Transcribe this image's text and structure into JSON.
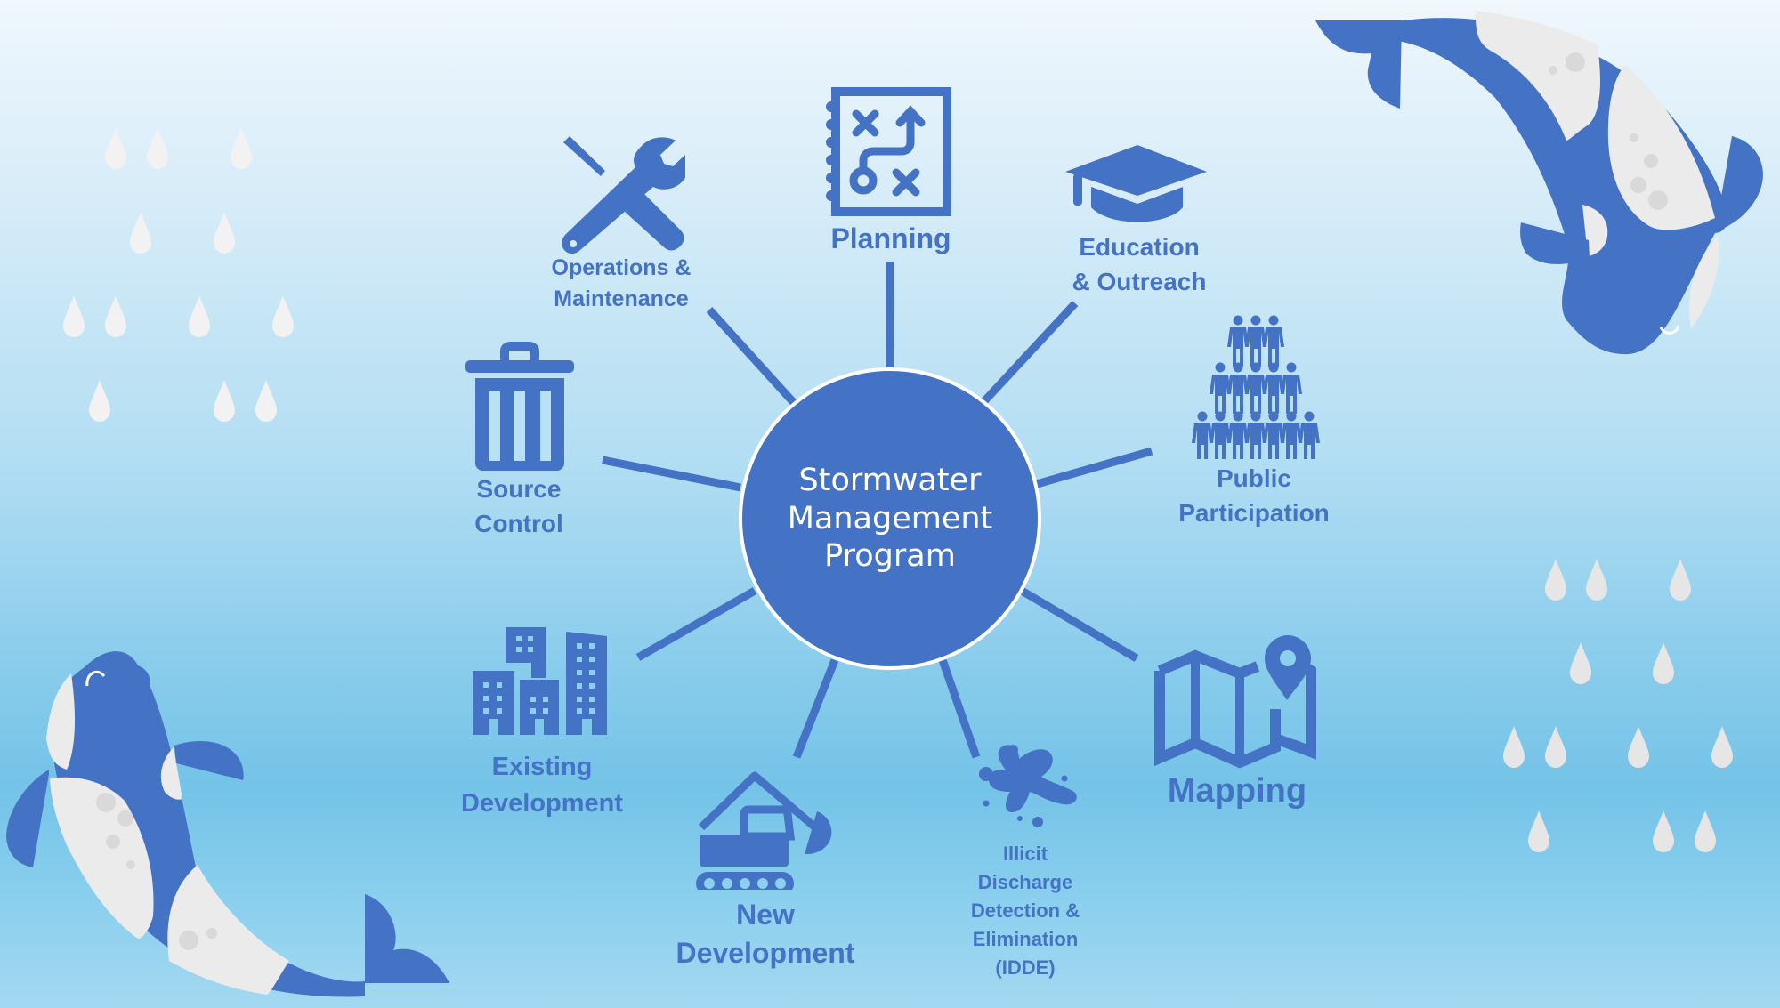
{
  "diagram": {
    "title": "Stormwater Management Program",
    "center": {
      "lines": [
        "Stormwater",
        "Management",
        "Program"
      ]
    },
    "colors": {
      "accent": "#4472c4",
      "hub_border": "#ffffff",
      "fish_patch": "#ebebeb",
      "fish_spot": "#d9d9d9",
      "droplet": "#f2f2f2",
      "background_top": "#f0f7fd",
      "background_bottom": "#a4d8f1"
    },
    "nodes": [
      {
        "id": "planning",
        "icon": "strategy-board-icon",
        "lines": [
          "Planning"
        ]
      },
      {
        "id": "education-outreach",
        "icon": "graduation-cap-icon",
        "lines": [
          "Education",
          "& Outreach"
        ]
      },
      {
        "id": "public-participation",
        "icon": "people-pyramid-icon",
        "lines": [
          "Public",
          "Participation"
        ]
      },
      {
        "id": "mapping",
        "icon": "map-pin-icon",
        "lines": [
          "Mapping"
        ]
      },
      {
        "id": "idde",
        "icon": "splash-icon",
        "lines": [
          "Illicit",
          "Discharge",
          "Detection &",
          "Elimination",
          "(IDDE)"
        ]
      },
      {
        "id": "new-development",
        "icon": "excavator-icon",
        "lines": [
          "New",
          "Development"
        ]
      },
      {
        "id": "existing-development",
        "icon": "buildings-icon",
        "lines": [
          "Existing",
          "Development"
        ]
      },
      {
        "id": "source-control",
        "icon": "trash-can-icon",
        "lines": [
          "Source",
          "Control"
        ]
      },
      {
        "id": "operations-maintenance",
        "icon": "wrench-screwdriver-icon",
        "lines": [
          "Operations &",
          "Maintenance"
        ]
      }
    ],
    "decorations": {
      "fish": [
        "koi-fish-top-right",
        "koi-fish-bottom-left"
      ],
      "droplet_clusters": [
        "raindrops-left",
        "raindrops-right"
      ]
    }
  }
}
